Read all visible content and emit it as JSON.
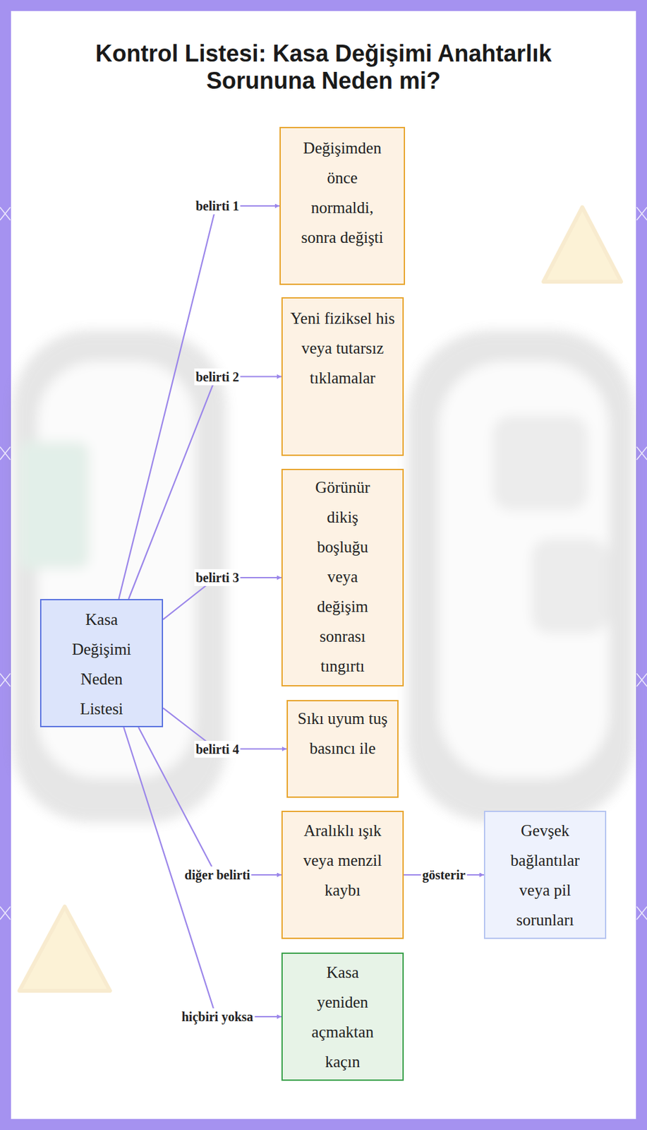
{
  "diagram": {
    "title": "Kontrol Listesi: Kasa Değişimi Anahtarlık Sorununa Neden mi?",
    "nodes": [
      {
        "text": [
          "Kasa Değişimi Neden Listesi"
        ]
      },
      {
        "text": [
          "Değişimden önce normaldi, sonra değişti"
        ]
      },
      {
        "text": [
          "Yeni fiziksel his veya tutarsız tıklamalar"
        ]
      },
      {
        "text": [
          "Görünür dikiş boşluğu veya değişim sonrası tıngırtı"
        ]
      },
      {
        "text": [
          "Sıkı uyum tuş basıncı ile"
        ]
      },
      {
        "text": [
          "Aralıklı ışık veya menzil kaybı"
        ]
      },
      {
        "text": [
          "Gevşek bağlantılar veya pil sorunları"
        ]
      },
      {
        "text": [
          "Kasa yeniden açmaktan kaçın"
        ]
      }
    ],
    "edges": [
      {
        "from": 0,
        "to": 1,
        "label": "belirti 1",
        "arrow": "to"
      },
      {
        "from": 0,
        "to": 2,
        "label": "belirti 2",
        "arrow": "to"
      },
      {
        "from": 0,
        "to": 3,
        "label": "belirti 3",
        "arrow": "to"
      },
      {
        "from": 0,
        "to": 4,
        "label": "belirti 4",
        "arrow": "to"
      },
      {
        "from": 0,
        "to": 5,
        "label": "diğer belirti",
        "arrow": "to"
      },
      {
        "from": 5,
        "to": 6,
        "label": "gösterir",
        "arrow": "to"
      },
      {
        "from": 0,
        "to": 7,
        "label": "hiçbiri yoksa",
        "arrow": "to"
      }
    ]
  }
}
